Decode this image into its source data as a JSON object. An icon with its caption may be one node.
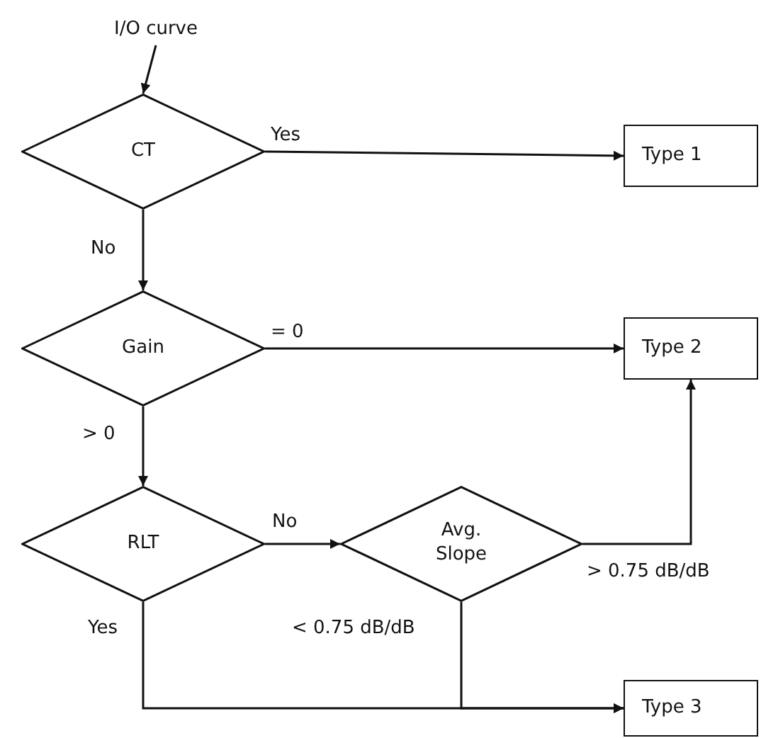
{
  "diagram": {
    "nodes": [
      {
        "text": [
          "I/O curve"
        ]
      },
      {
        "text": [
          "CT"
        ]
      },
      {
        "text": [
          "Type 1"
        ]
      },
      {
        "text": [
          "Gain"
        ]
      },
      {
        "text": [
          "Type 2"
        ]
      },
      {
        "text": [
          "RLT"
        ]
      },
      {
        "text": [
          "Avg. Slope"
        ]
      },
      {
        "text": [
          "Type 3"
        ]
      }
    ],
    "edges": [
      {
        "from": 0,
        "to": 1,
        "arrow": "to"
      },
      {
        "from": 1,
        "to": 2,
        "arrow": "to",
        "label": "Yes"
      },
      {
        "from": 1,
        "to": 3,
        "arrow": "to",
        "label": "No"
      },
      {
        "from": 3,
        "to": 4,
        "arrow": "to",
        "label": "= 0"
      },
      {
        "from": 3,
        "to": 5,
        "arrow": "to",
        "label": "> 0"
      },
      {
        "from": 5,
        "to": 6,
        "arrow": "to",
        "label": "No"
      },
      {
        "from": 6,
        "to": 4,
        "arrow": "to",
        "label": "> 0.75 dB/dB"
      },
      {
        "from": 6,
        "to": 7,
        "arrow": "to",
        "label": "< 0.75 dB/dB"
      },
      {
        "from": 5,
        "to": 7,
        "arrow": "to",
        "label": "Yes"
      }
    ]
  }
}
